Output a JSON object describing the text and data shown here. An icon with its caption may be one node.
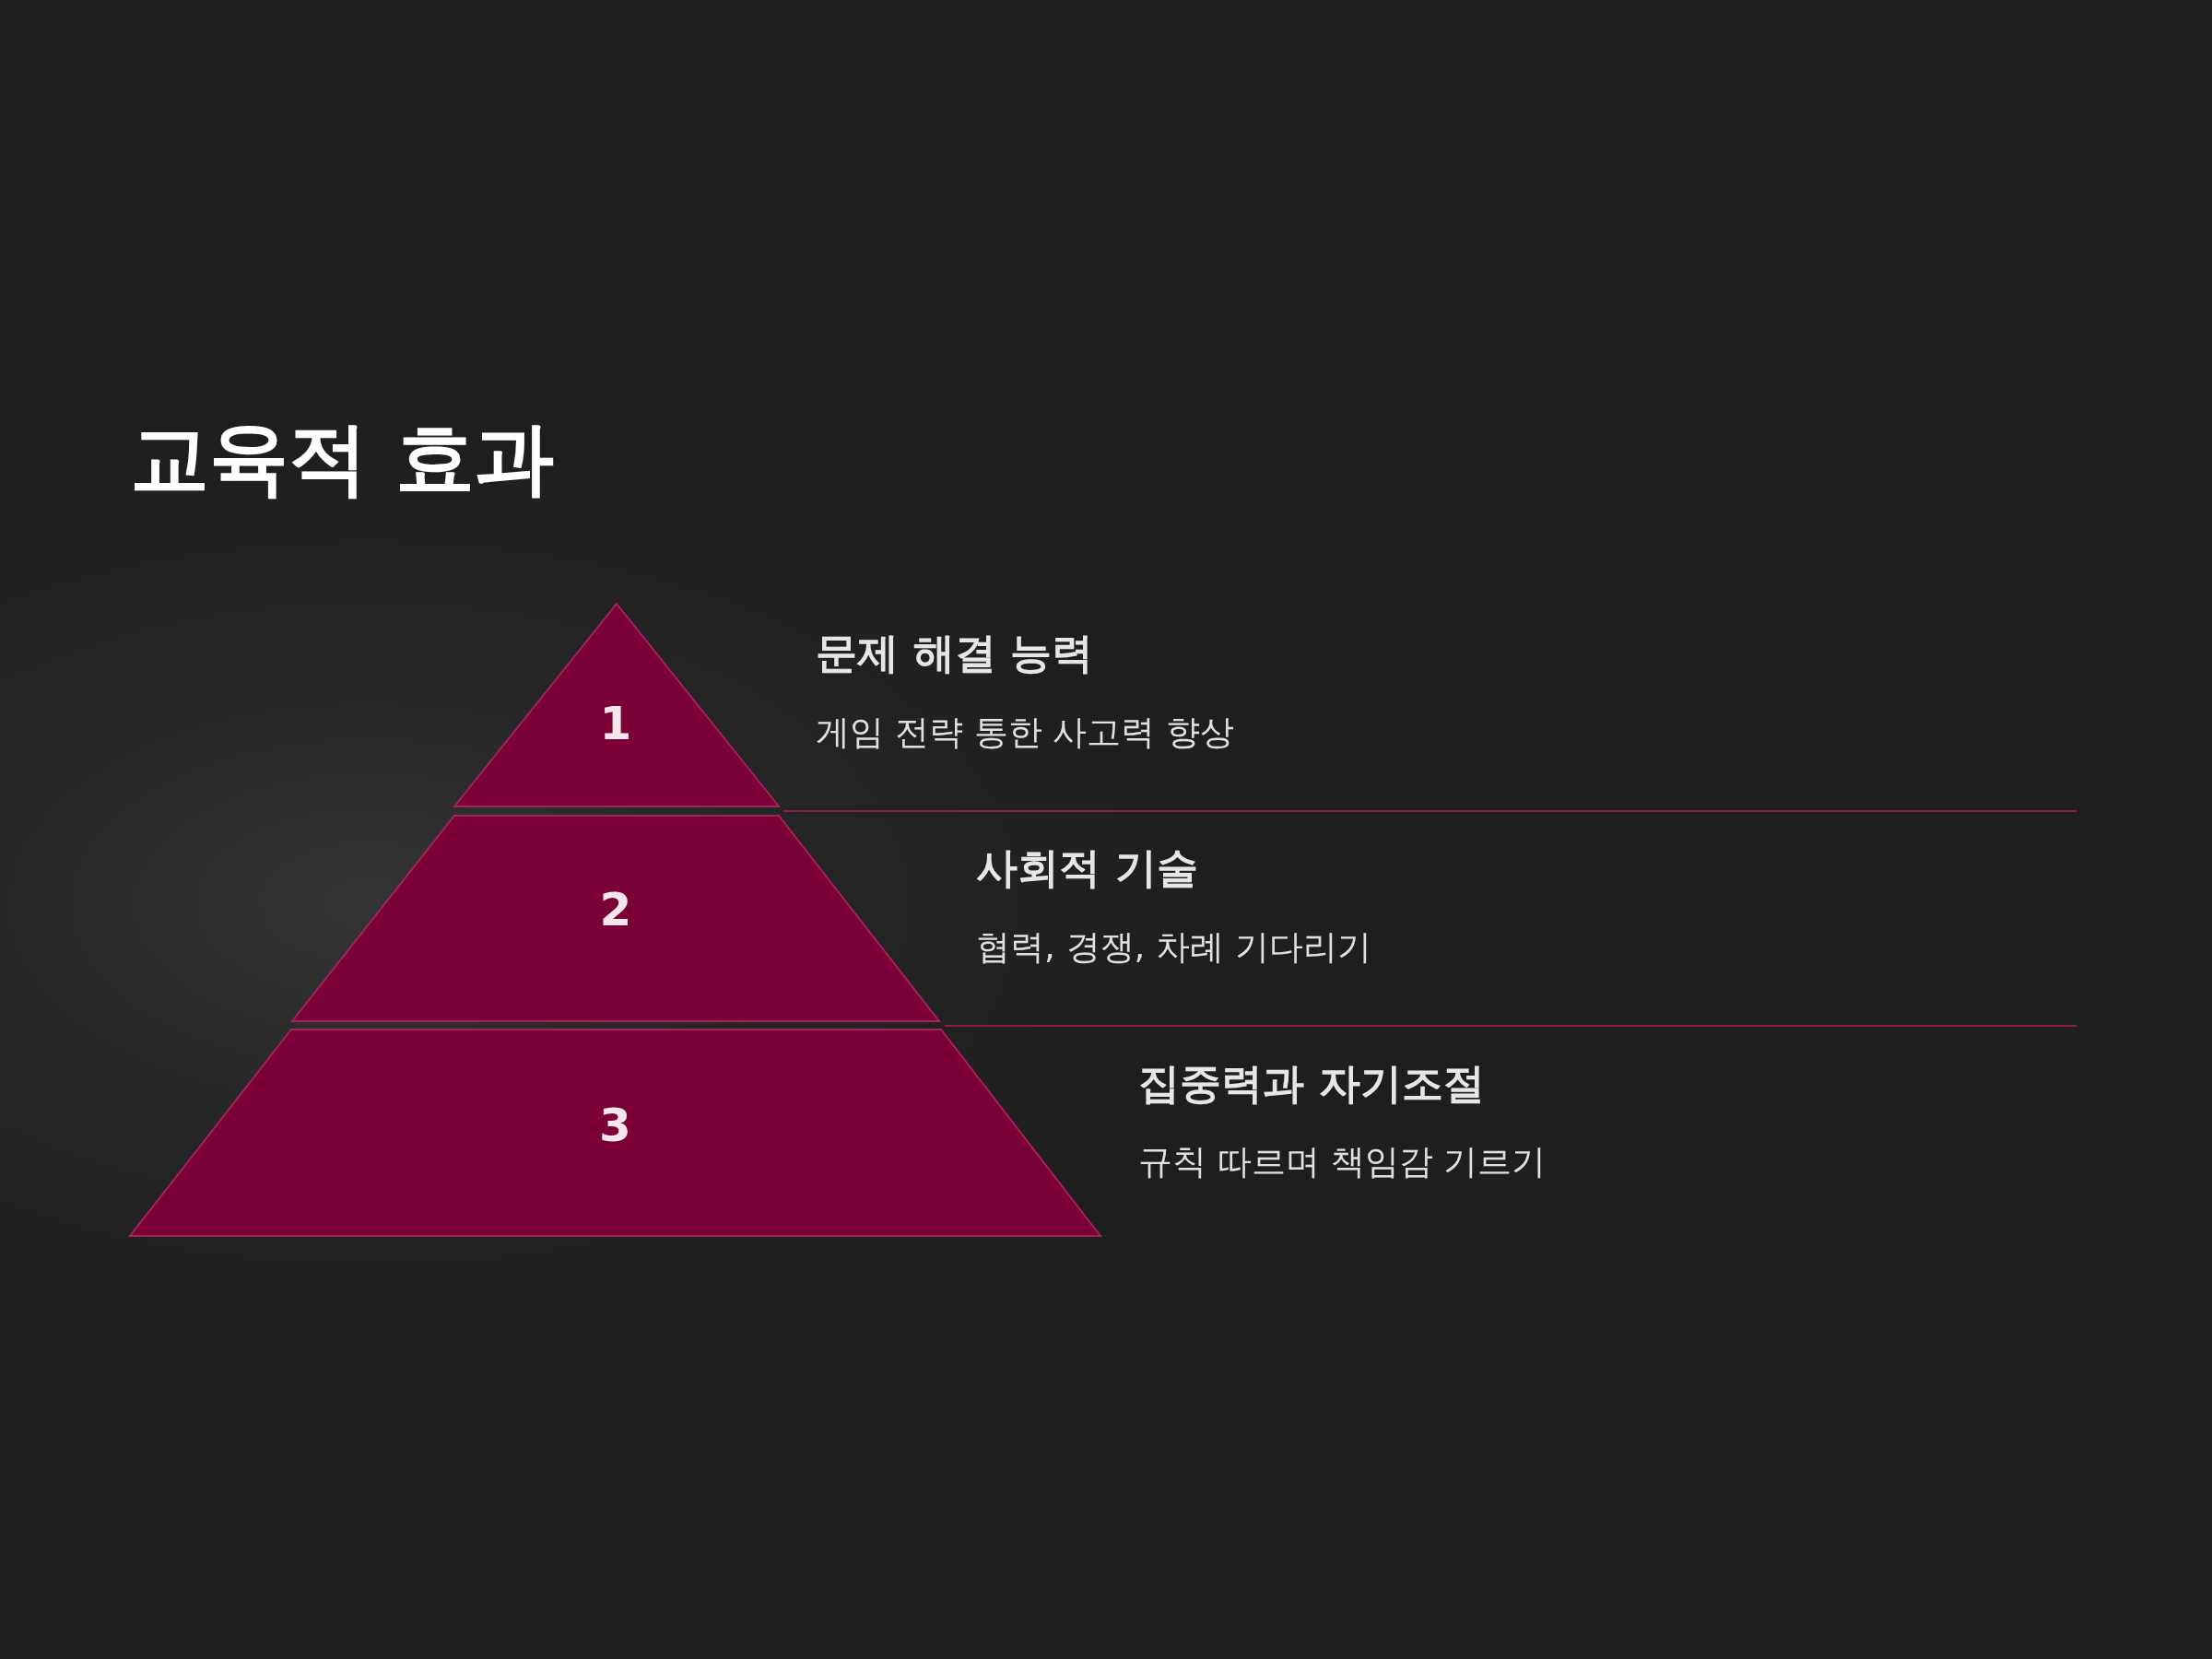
{
  "diagram": {
    "title": "교육적 효과",
    "nodes": [
      {
        "text": [
          "1"
        ],
        "beside": [
          "문제 해결 능력",
          "게임 전략 통한 사고력 향상"
        ]
      },
      {
        "text": [
          "2"
        ],
        "beside": [
          "사회적 기술",
          "협력, 경쟁, 차례 기다리기"
        ]
      },
      {
        "text": [
          "3"
        ],
        "beside": [
          "집중력과 자기조절",
          "규칙 따르며 책임감 기르기"
        ]
      }
    ]
  }
}
